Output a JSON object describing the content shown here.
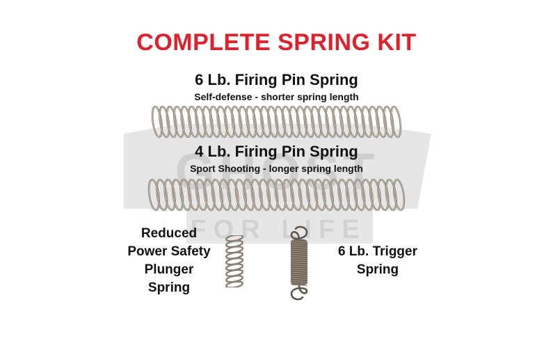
{
  "title": "COMPLETE SPRING KIT",
  "springs": {
    "spring_6lb_firing_pin": {
      "label": "6 Lb. Firing Pin Spring",
      "description": "Self-defense - shorter spring length"
    },
    "spring_4lb_firing_pin": {
      "label": "4 Lb. Firing Pin Spring",
      "description": "Sport Shooting - longer spring length"
    },
    "plunger_spring": {
      "label_lines": [
        "Reduced",
        "Power Safety",
        "Plunger",
        "Spring"
      ]
    },
    "trigger_spring": {
      "label_lines": [
        "6 Lb. Trigger",
        "Spring"
      ]
    }
  },
  "watermark": {
    "lines": [
      "GHOST",
      "FOR LIFE"
    ]
  },
  "colors": {
    "title": "#e0202a",
    "text": "#111111",
    "watermark": "#d6d6d6",
    "spring_metal": "#8a7f72"
  }
}
